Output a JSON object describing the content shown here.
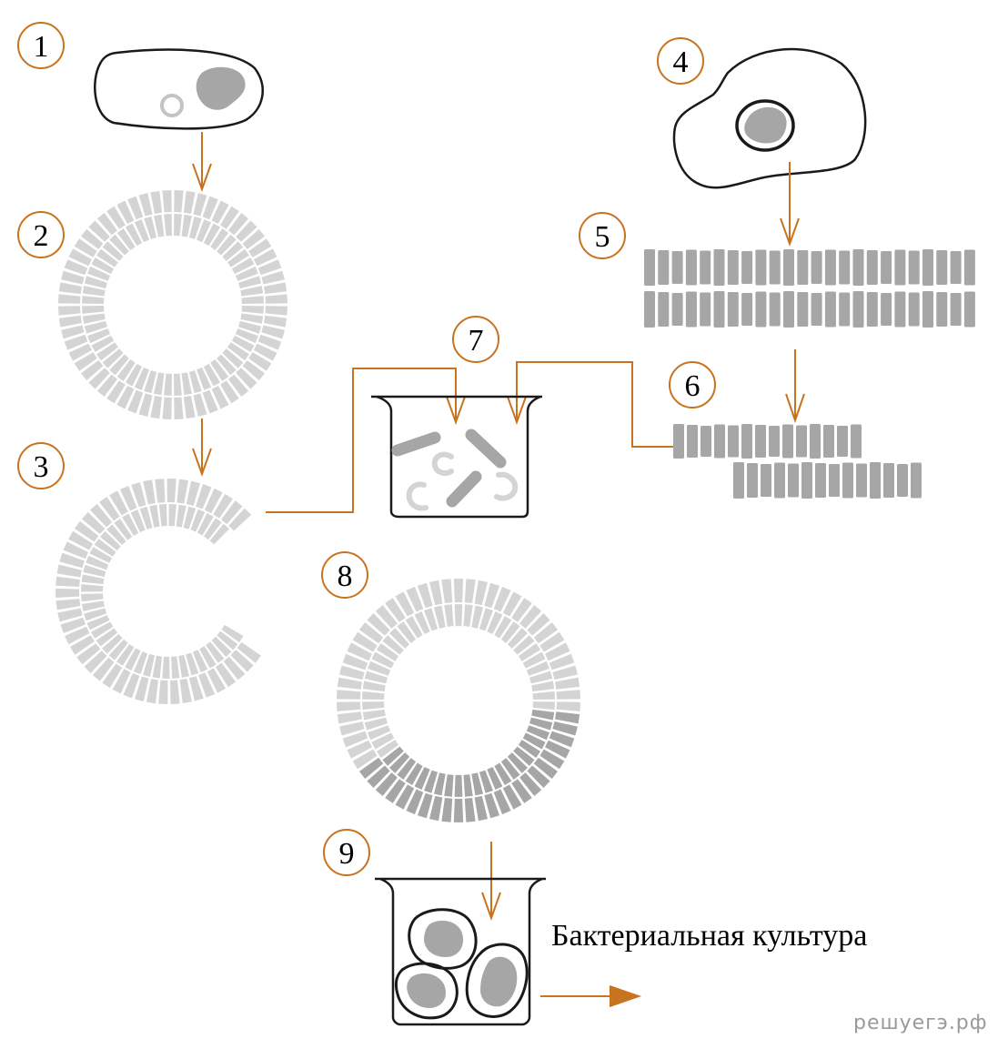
{
  "labels": [
    {
      "id": "1",
      "text": "1"
    },
    {
      "id": "2",
      "text": "2"
    },
    {
      "id": "3",
      "text": "3"
    },
    {
      "id": "4",
      "text": "4"
    },
    {
      "id": "5",
      "text": "5"
    },
    {
      "id": "6",
      "text": "6"
    },
    {
      "id": "7",
      "text": "7"
    },
    {
      "id": "8",
      "text": "8"
    },
    {
      "id": "9",
      "text": "9"
    }
  ],
  "caption": "Бактериальная культура",
  "watermark": "решуегэ.рф",
  "colors": {
    "arrow": "#c8731f",
    "plasmid": "#d4d4d4",
    "dna": "#a6a6a6",
    "outline": "#1a1a1a"
  }
}
